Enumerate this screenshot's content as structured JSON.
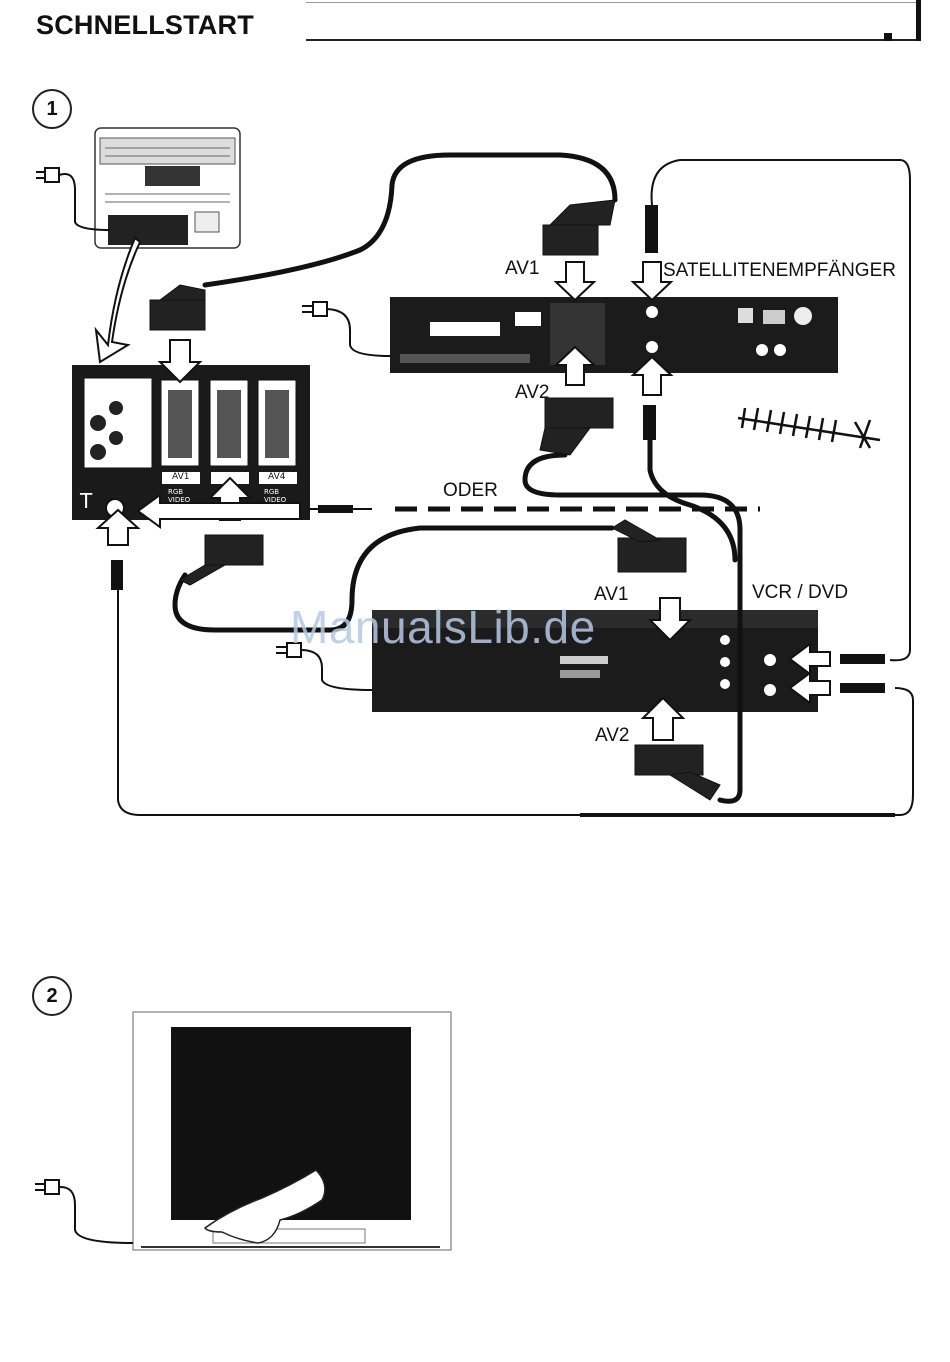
{
  "header": {
    "title": "SCHNELLSTART"
  },
  "steps": [
    "1",
    "2"
  ],
  "labels": {
    "av1_top": "AV1",
    "satellite": "SATELLITENEMPFÄNGER",
    "av2_top": "AV2",
    "oder": "ODER",
    "av1_bottom": "AV1",
    "vcr_dvd": "VCR / DVD",
    "av2_bottom": "AV2"
  },
  "tv_panel": {
    "av1": "AV1",
    "av4": "AV4",
    "rgb": "RGB",
    "video": "VIDEO"
  },
  "watermark": "ManualsLib.de"
}
